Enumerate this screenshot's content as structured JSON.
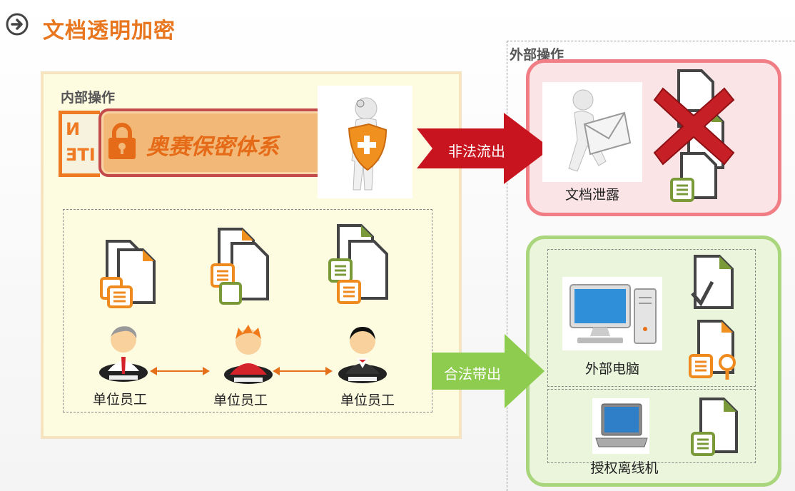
{
  "page_title": "文档透明加密",
  "internal": {
    "label": "内部操作",
    "badge_text": "奥赛保密体系",
    "side_tag_lines": [
      "N",
      "ITE"
    ],
    "staff": [
      {
        "label": "单位员工"
      },
      {
        "label": "单位员工"
      },
      {
        "label": "单位员工"
      }
    ]
  },
  "external": {
    "label": "外部操作",
    "illegal": {
      "arrow_label": "非法流出",
      "caption": "文档泄露"
    },
    "legal": {
      "arrow_label": "合法带出",
      "items": [
        {
          "caption": "外部电脑"
        },
        {
          "caption": "授权离线机"
        }
      ]
    }
  },
  "colors": {
    "accent_orange": "#e8761e",
    "illegal_red": "#c8141e",
    "legal_green": "#8dcc4e",
    "lock_orange": "#ef8a1f",
    "lock_green": "#7a9a3a"
  },
  "icons": [
    "arrow-circle-right-icon",
    "lock-icon",
    "doctor-shield-icon",
    "document-lock-icon",
    "person-icon",
    "letter-runner-icon",
    "red-x-icon",
    "computer-icon",
    "laptop-icon",
    "document-check-icon",
    "document-search-icon"
  ]
}
